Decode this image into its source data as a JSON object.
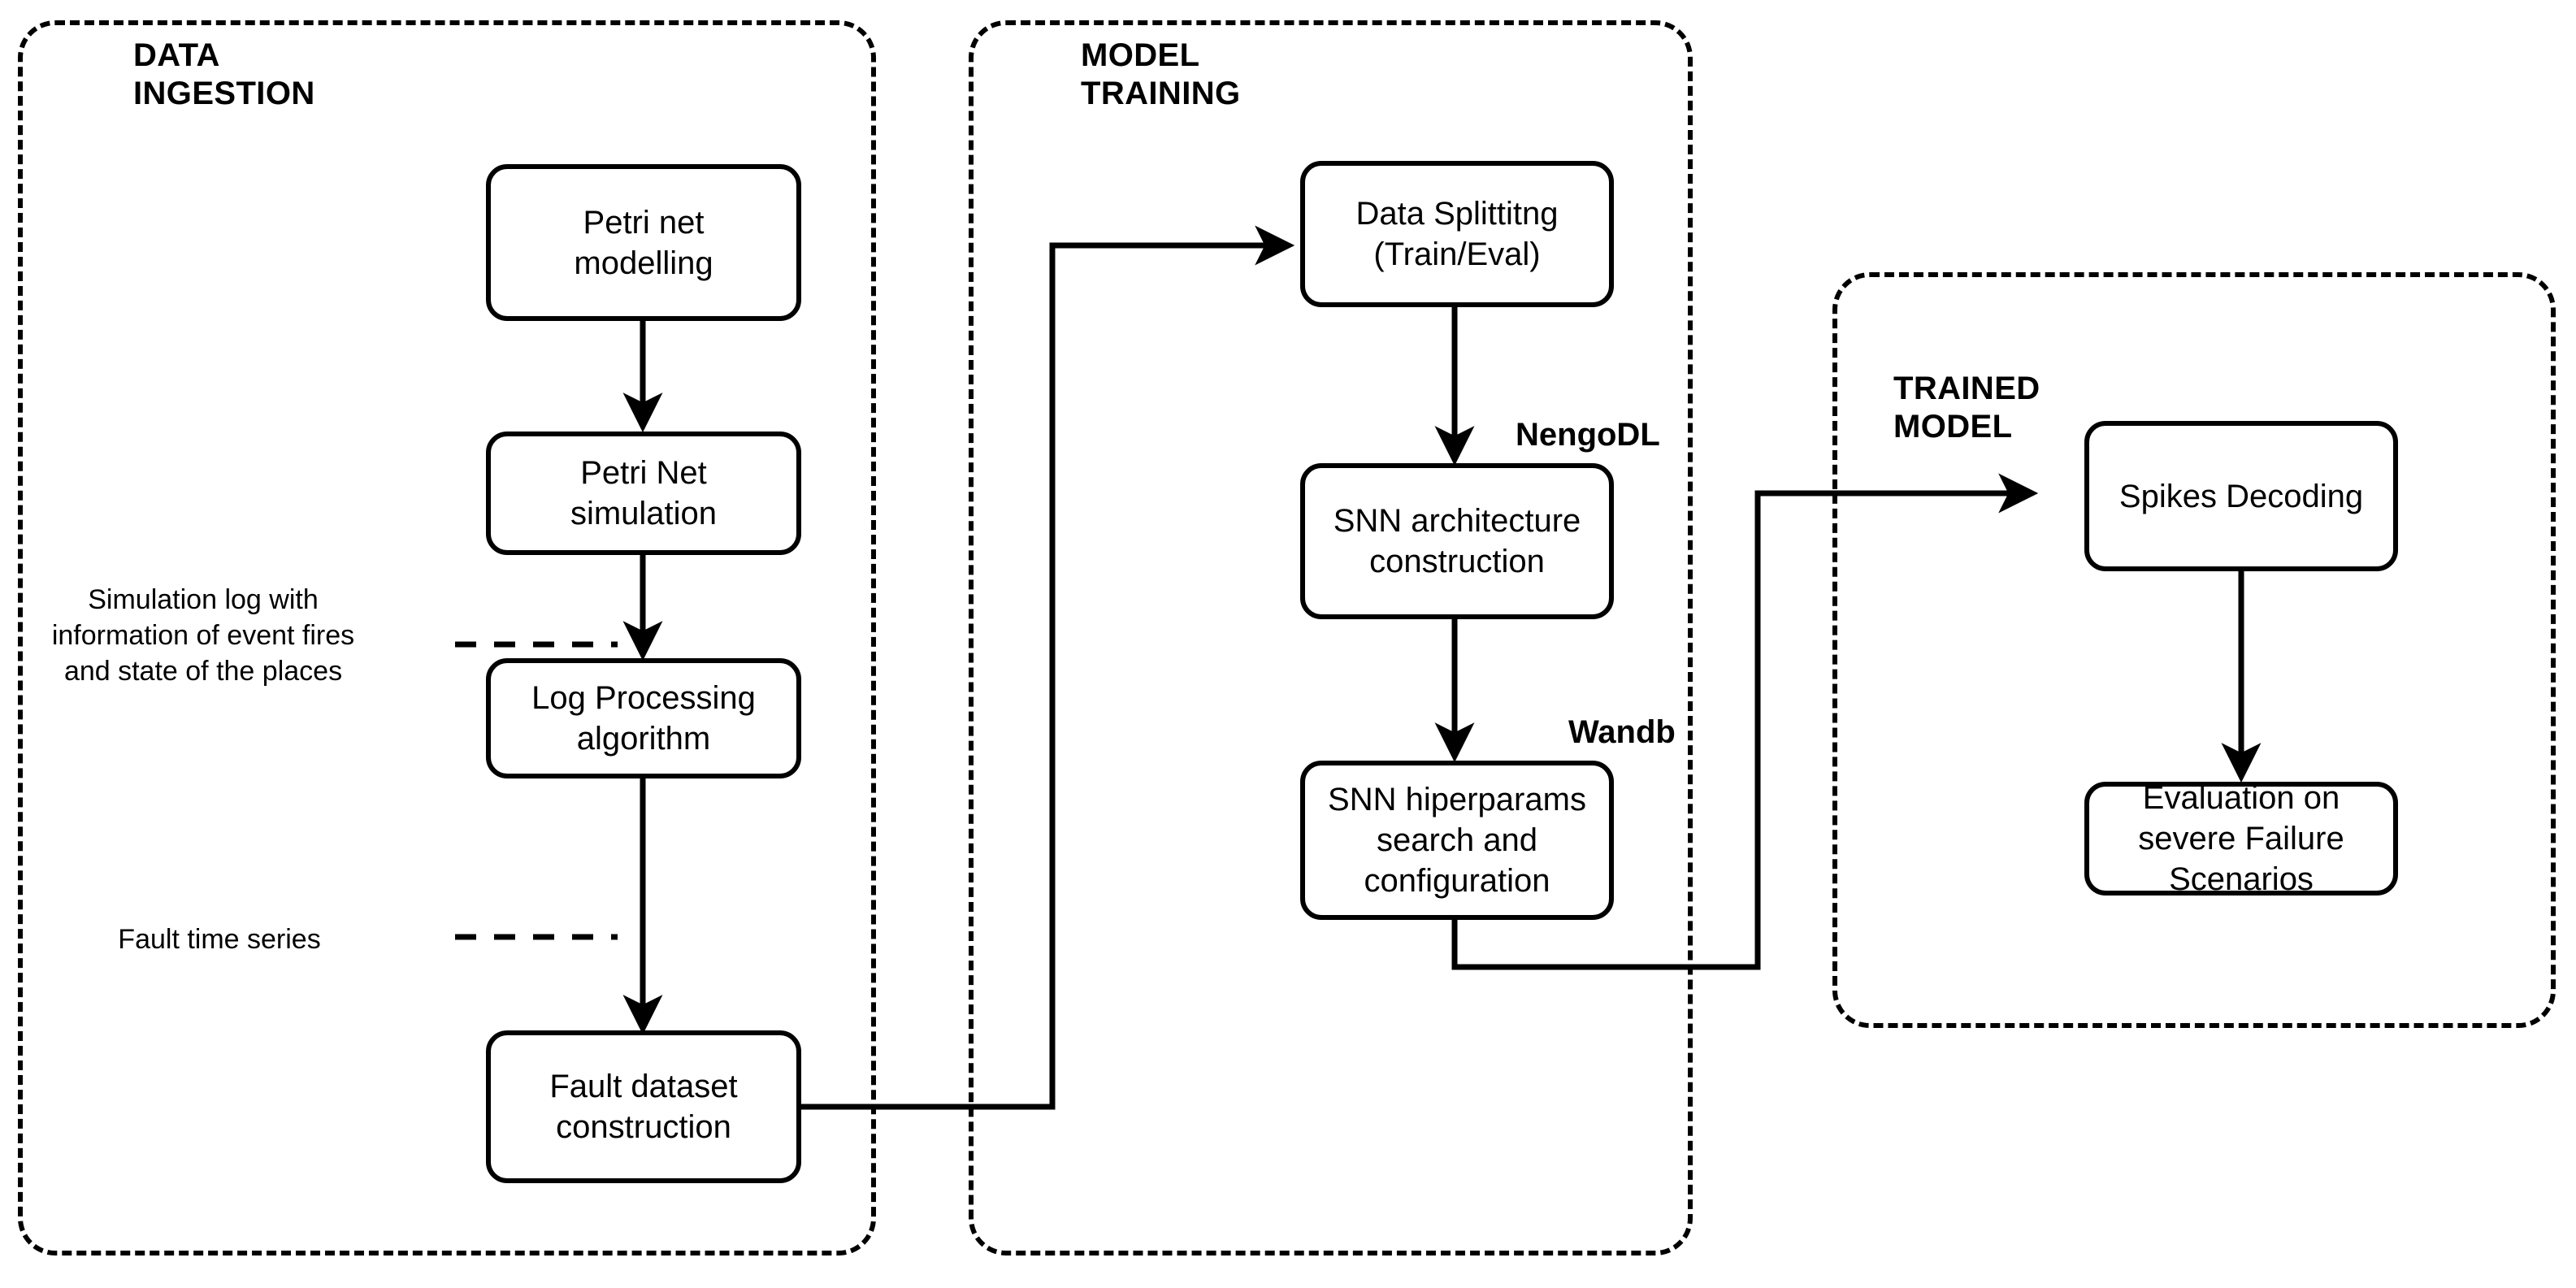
{
  "diagram": {
    "title": "SNN fault-prediction pipeline",
    "background": "#ffffff",
    "line_color": "#000000"
  },
  "groups": [
    {
      "id": "data-ingestion",
      "label": "DATA\nINGESTION"
    },
    {
      "id": "model-training",
      "label": "MODEL\nTRAINING"
    },
    {
      "id": "trained-model",
      "label": "TRAINED\nMODEL"
    }
  ],
  "nodes": [
    {
      "id": "petri-net-modelling",
      "label": "Petri net\nmodelling"
    },
    {
      "id": "petri-net-simulation",
      "label": "Petri Net\nsimulation"
    },
    {
      "id": "log-processing",
      "label": "Log Processing\nalgorithm"
    },
    {
      "id": "fault-dataset",
      "label": "Fault dataset\nconstruction"
    },
    {
      "id": "data-splitting",
      "label": "Data Splittitng\n(Train/Eval)"
    },
    {
      "id": "snn-architecture",
      "label": "SNN architecture\nconstruction"
    },
    {
      "id": "snn-hiperparams",
      "label": "SNN hiperparams\nsearch and\nconfiguration"
    },
    {
      "id": "spikes-decoding",
      "label": "Spikes Decoding"
    },
    {
      "id": "evaluation",
      "label": "Evaluation on\nsevere Failure\nScenarios"
    }
  ],
  "annotations": [
    {
      "id": "simulation-log-note",
      "label": "Simulation log with\ninformation of event fires\nand state of the places"
    },
    {
      "id": "fault-time-series-note",
      "label": "Fault time series"
    }
  ],
  "tool_labels": [
    {
      "id": "nengodl",
      "label": "NengoDL"
    },
    {
      "id": "wandb",
      "label": "Wandb"
    }
  ]
}
